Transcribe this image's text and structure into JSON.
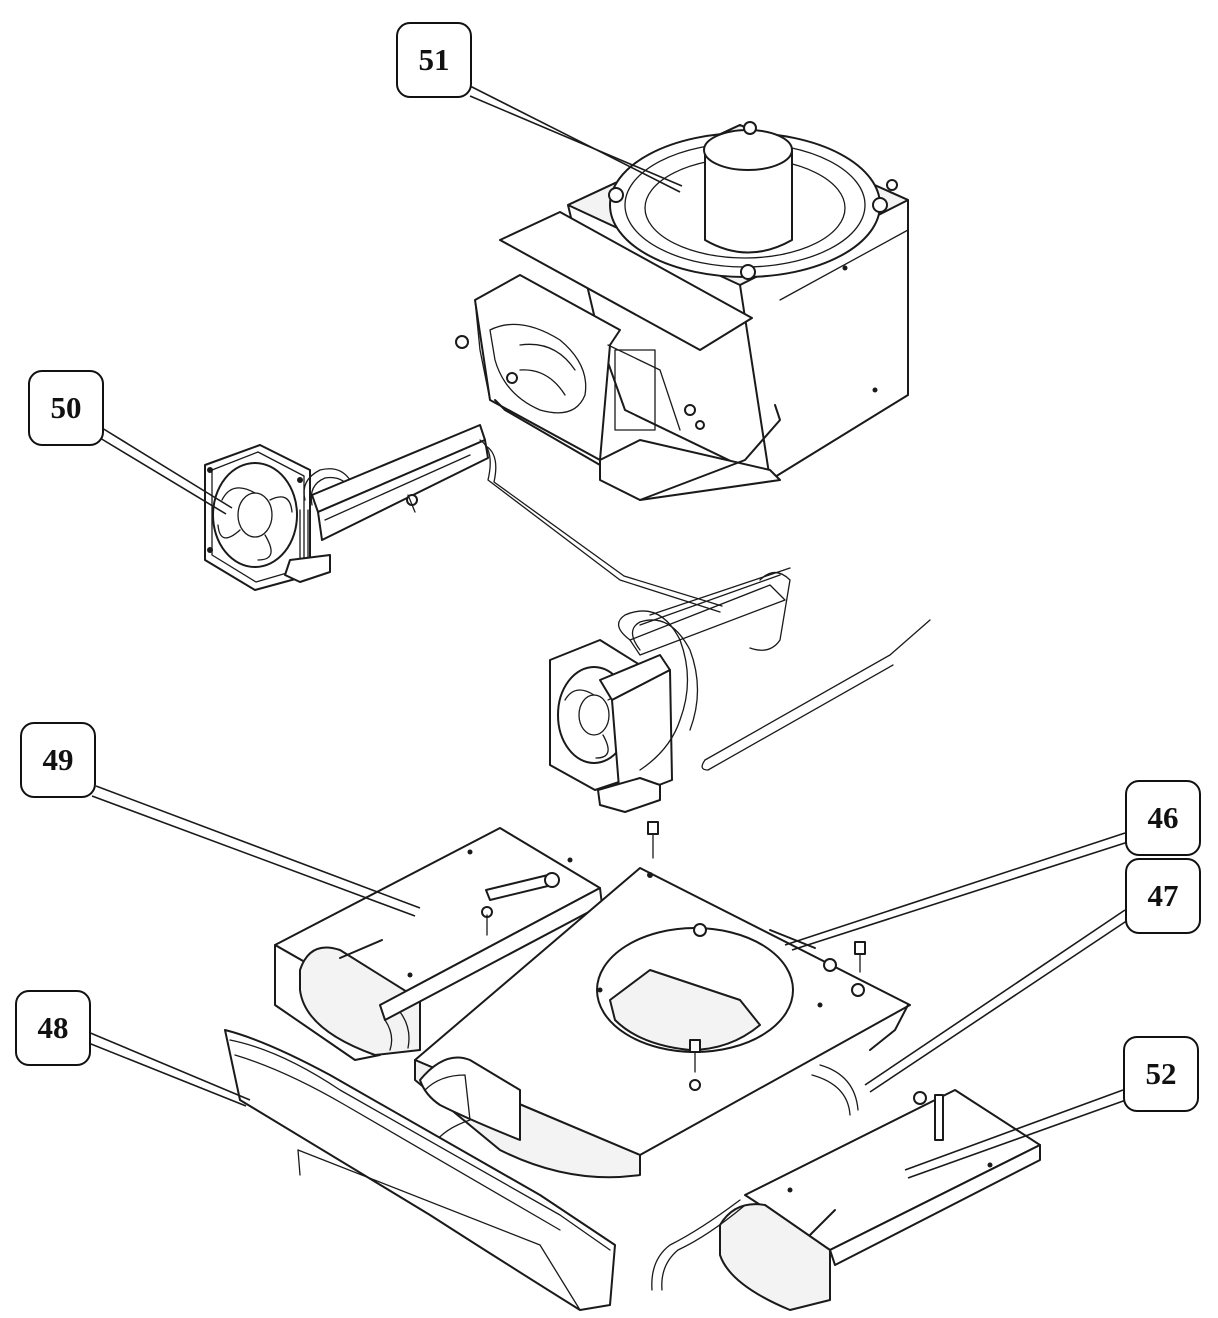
{
  "callouts": [
    {
      "id": "51",
      "label": "51"
    },
    {
      "id": "50",
      "label": "50"
    },
    {
      "id": "49",
      "label": "49"
    },
    {
      "id": "46",
      "label": "46"
    },
    {
      "id": "47",
      "label": "47"
    },
    {
      "id": "48",
      "label": "48"
    },
    {
      "id": "52",
      "label": "52"
    }
  ]
}
